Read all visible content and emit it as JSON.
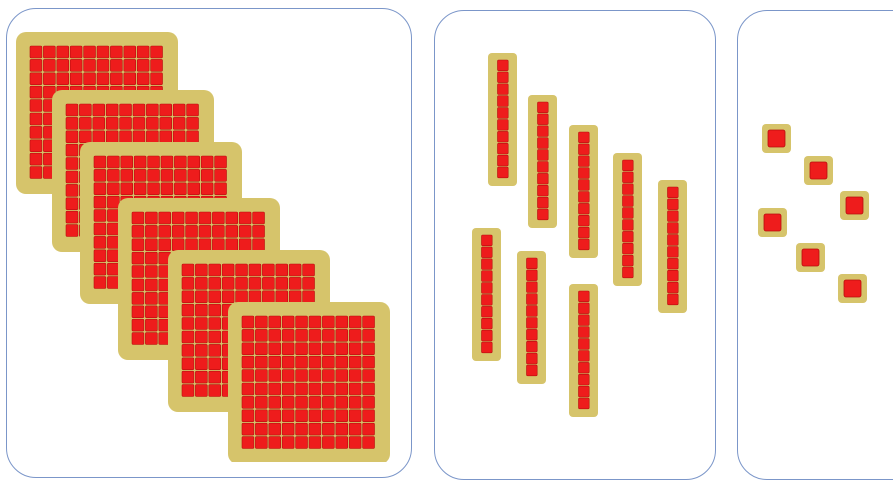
{
  "colors": {
    "panel_border": "#7b96c9",
    "tile_frame": "#d6c46b",
    "cube_fill": "#ee1c1c",
    "cube_edge": "#b80e0e"
  },
  "blocks": {
    "hundreds_count": 6,
    "tens_count": 8,
    "ones_count": 6,
    "units_per_flat_side": 10,
    "units_per_rod": 10
  }
}
